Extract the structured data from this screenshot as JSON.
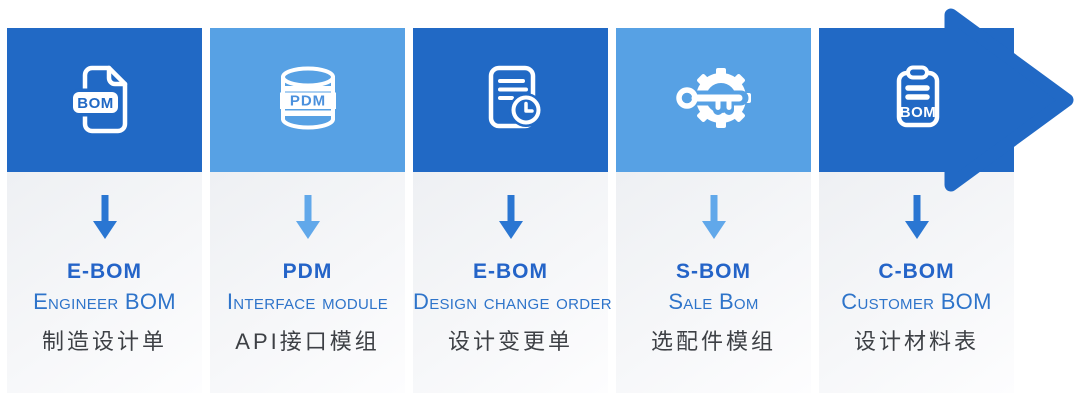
{
  "colors": {
    "dark_blue": "#2169c5",
    "light_blue": "#57a1e4",
    "title_blue": "#2464c8",
    "subtitle_blue": "#2e74ca",
    "caption_gray": "#3d4045",
    "arrow_dark": "#2a76d2",
    "arrow_light": "#61a8ea"
  },
  "flow": {
    "direction_icon": "flow-arrow-right-icon",
    "steps": [
      {
        "id": "ebom-engineer",
        "theme": "dark",
        "icon": "bom-file-icon",
        "icon_label": "BOM",
        "title": "E-BOM",
        "subtitle": "Engineer BOM",
        "caption": "制造设计单"
      },
      {
        "id": "pdm-interface",
        "theme": "light",
        "icon": "pdm-database-icon",
        "icon_label": "PDM",
        "title": "PDM",
        "subtitle": "Interface module",
        "caption": "API接口模组"
      },
      {
        "id": "ebom-change",
        "theme": "dark",
        "icon": "change-order-clock-icon",
        "icon_label": "",
        "title": "E-BOM",
        "subtitle": "Design change order",
        "caption": "设计变更单"
      },
      {
        "id": "sbom-sale",
        "theme": "light",
        "icon": "gear-key-icon",
        "icon_label": "",
        "title": "S-BOM",
        "subtitle": "Sale Bom",
        "caption": "选配件模组"
      },
      {
        "id": "cbom-customer",
        "theme": "dark",
        "icon": "clipboard-bom-icon",
        "icon_label": "BOM",
        "title": "C-BOM",
        "subtitle": "Customer BOM",
        "caption": "设计材料表"
      }
    ]
  }
}
